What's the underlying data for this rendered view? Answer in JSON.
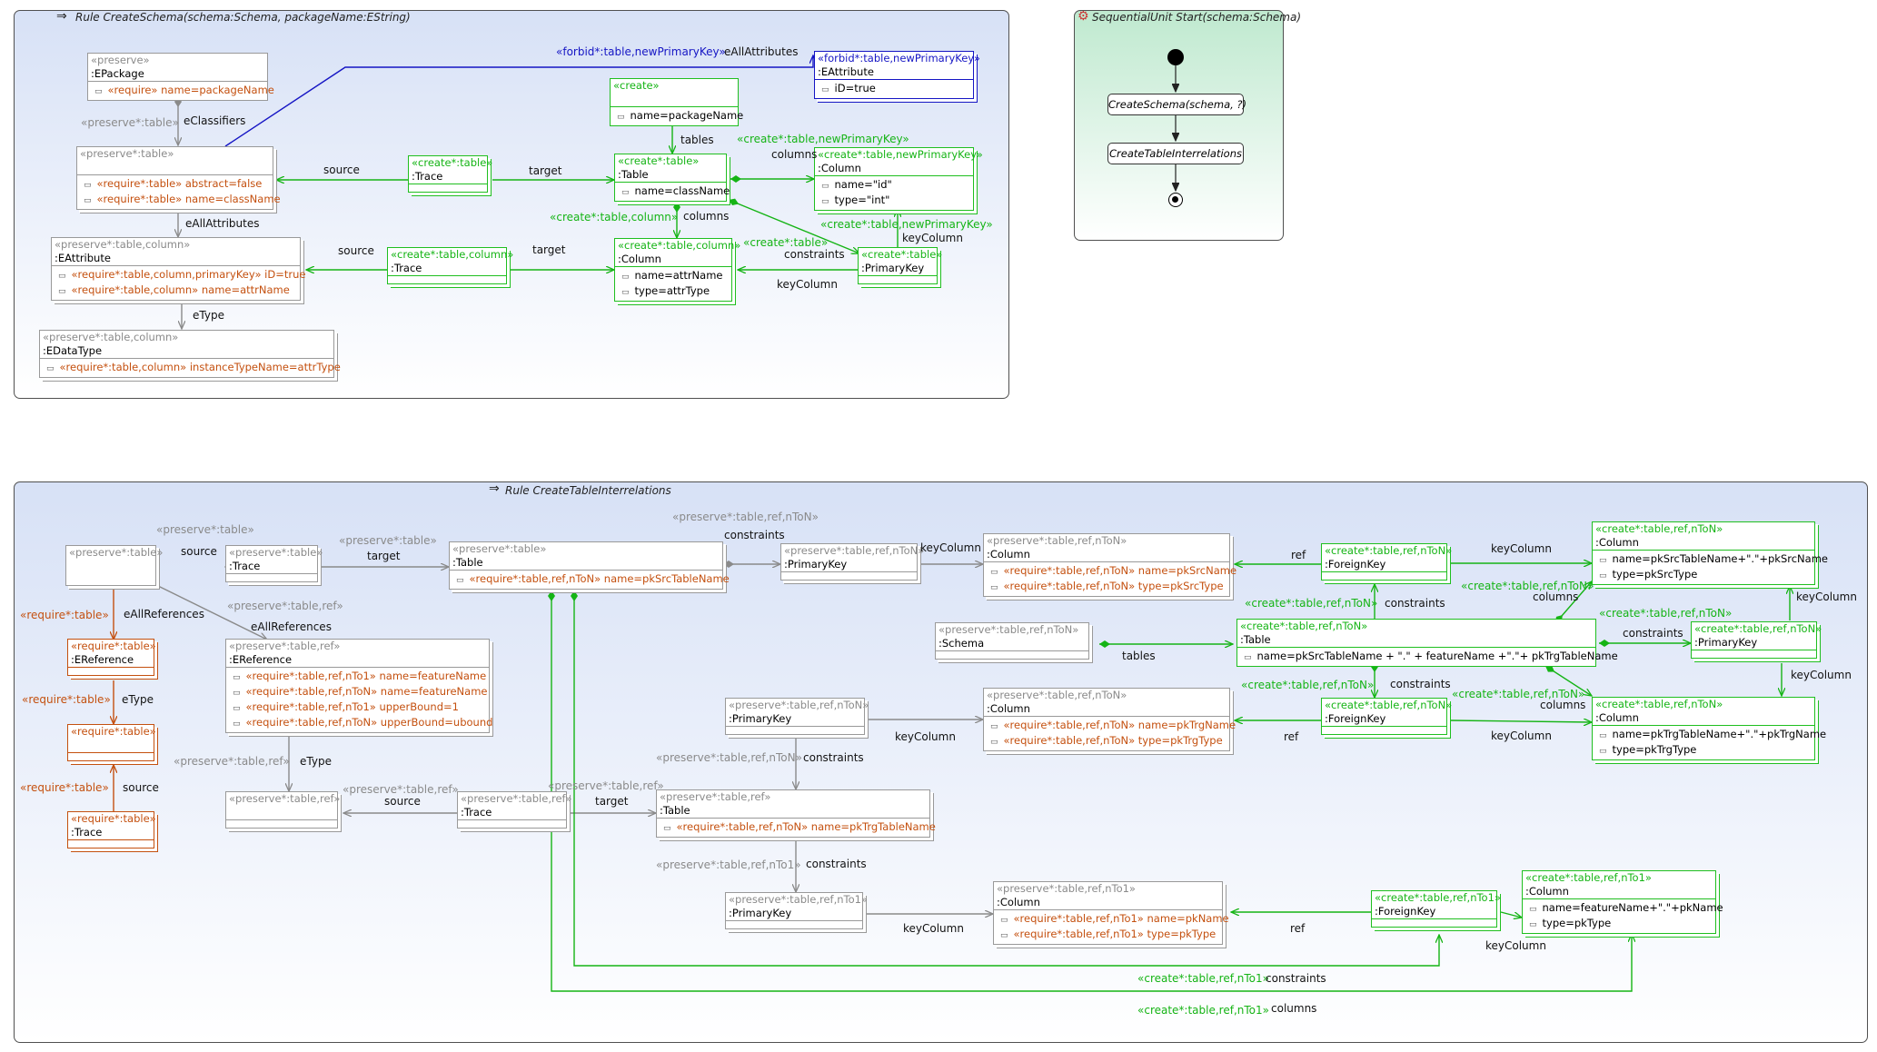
{
  "rule1": {
    "title": "Rule CreateSchema(schema:Schema, packageName:EString)"
  },
  "rule2": {
    "title": "Rule CreateTableInterrelations"
  },
  "su": {
    "title": "SequentialUnit Start(schema:Schema)",
    "act1": "CreateSchema(schema, ?)",
    "act2": "CreateTableInterrelations"
  },
  "icons": {
    "rule": "rule-arrow-icon",
    "su": "sequential-unit-icon"
  },
  "colors": {
    "preserve": "#8a8a8a",
    "create": "#15b415",
    "forbid": "#1515c4",
    "require": "#c4500f"
  },
  "r1": {
    "epackage": {
      "st": "«preserve»",
      "nm": ":EPackage",
      "at": [
        "«require» name=packageName"
      ]
    },
    "eclass": {
      "st": "«preserve*:table»",
      "nm": "",
      "at": [
        "«require*:table» abstract=false",
        "«require*:table» name=className"
      ]
    },
    "eattr": {
      "st": "«preserve*:table,column»",
      "nm": ":EAttribute",
      "at": [
        "«require*:table,column,primaryKey» iD=true",
        "«require*:table,column» name=attrName"
      ]
    },
    "edatatype": {
      "st": "«preserve*:table,column»",
      "nm": ":EDataType",
      "at": [
        "«require*:table,column» instanceTypeName=attrType"
      ]
    },
    "forbidattr": {
      "st": "«forbid*:table,newPrimaryKey»",
      "nm": ":EAttribute",
      "at": [
        "iD=true"
      ]
    },
    "createtop": {
      "st": "«create»",
      "nm": "",
      "at": [
        "name=packageName"
      ]
    },
    "trace1": {
      "st": "«create*:table»",
      "nm": ":Trace"
    },
    "table": {
      "st": "«create*:table»",
      "nm": ":Table",
      "at": [
        "name=className"
      ]
    },
    "colid": {
      "st": "«create*:table,newPrimaryKey»",
      "nm": ":Column",
      "at": [
        "name=\"id\"",
        "type=\"int\""
      ]
    },
    "trace2": {
      "st": "«create*:table,column»",
      "nm": ":Trace"
    },
    "column": {
      "st": "«create*:table,column»",
      "nm": ":Column",
      "at": [
        "name=attrName",
        "type=attrType"
      ]
    },
    "pk": {
      "st": "«create*:table»",
      "nm": ":PrimaryKey"
    },
    "labels": {
      "eAllAttributes1": "eAllAttributes",
      "forbidEdge": "«forbid*:table,newPrimaryKey»",
      "eClassifiers": "eClassifiers",
      "preserveTable": "«preserve*:table»",
      "tables": "tables",
      "source1": "source",
      "target1": "target",
      "columns": "columns",
      "newPk1": "«create*:table,newPrimaryKey»",
      "eAllAttributes2": "eAllAttributes",
      "createTableColumn": "«create*:table,column»",
      "columns2": "columns",
      "source2": "source",
      "target2": "target",
      "createTable": "«create*:table»",
      "constraints": "constraints",
      "newPk2": "«create*:table,newPrimaryKey»",
      "keyColumn1": "keyColumn",
      "keyColumn2": "keyColumn",
      "eType": "eType"
    }
  },
  "r2": {
    "n_root": {
      "st": "«preserve*:table»",
      "nm": ""
    },
    "n_trace": {
      "st": "«preserve*:table»",
      "nm": ":Trace"
    },
    "n_table": {
      "st": "«preserve*:table»",
      "nm": ":Table",
      "at": [
        "«require*:table,ref,nToN» name=pkSrcTableName"
      ]
    },
    "n_pk1": {
      "st": "«preserve*:table,ref,nToN»",
      "nm": ":PrimaryKey"
    },
    "n_col1": {
      "st": "«preserve*:table,ref,nToN»",
      "nm": ":Column",
      "at": [
        "«require*:table,ref,nToN» name=pkSrcName",
        "«require*:table,ref,nToN» type=pkSrcType"
      ]
    },
    "n_fk1": {
      "st": "«create*:table,ref,nToN»",
      "nm": ":ForeignKey"
    },
    "n_ccol1": {
      "st": "«create*:table,ref,nToN»",
      "nm": ":Column",
      "at": [
        "name=pkSrcTableName+\".\"+pkSrcName",
        "type=pkSrcType"
      ]
    },
    "n_schema": {
      "st": "«preserve*:table,ref,nToN»",
      "nm": ":Schema"
    },
    "n_ctable": {
      "st": "«create*:table,ref,nToN»",
      "nm": ":Table",
      "at": [
        "name=pkSrcTableName + \".\" + featureName +\".\"+ pkTrgTableName"
      ]
    },
    "n_cpk": {
      "st": "«create*:table,ref,nToN»",
      "nm": ":PrimaryKey"
    },
    "n_eref": {
      "st": "«preserve*:table,ref»",
      "nm": ":EReference",
      "at": [
        "«require*:table,ref,nTo1» name=featureName",
        "«require*:table,ref,nToN» name=featureName",
        "«require*:table,ref,nTo1» upperBound=1",
        "«require*:table,ref,nToN» upperBound=ubound"
      ]
    },
    "n_oref": {
      "st": "«require*:table»",
      "nm": ":EReference"
    },
    "n_o2": {
      "st": "«require*:table»",
      "nm": ""
    },
    "n_otrace": {
      "st": "«require*:table»",
      "nm": ":Trace"
    },
    "n_pk2": {
      "st": "«preserve*:table,ref,nToN»",
      "nm": ":PrimaryKey"
    },
    "n_col2": {
      "st": "«preserve*:table,ref,nToN»",
      "nm": ":Column",
      "at": [
        "«require*:table,ref,nToN» name=pkTrgName",
        "«require*:table,ref,nToN» type=pkTrgType"
      ]
    },
    "n_fk2": {
      "st": "«create*:table,ref,nToN»",
      "nm": ":ForeignKey"
    },
    "n_ccol2": {
      "st": "«create*:table,ref,nToN»",
      "nm": ":Column",
      "at": [
        "name=pkTrgTableName+\".\"+pkTrgName",
        "type=pkTrgType"
      ]
    },
    "n_ebox": {
      "st": "«preserve*:table,ref»",
      "nm": ""
    },
    "n_trace3": {
      "st": "«preserve*:table,ref»",
      "nm": ":Trace"
    },
    "n_table3": {
      "st": "«preserve*:table,ref»",
      "nm": ":Table",
      "at": [
        "«require*:table,ref,nToN» name=pkTrgTableName"
      ]
    },
    "n_pk3": {
      "st": "«preserve*:table,ref,nTo1»",
      "nm": ":PrimaryKey"
    },
    "n_col3": {
      "st": "«preserve*:table,ref,nTo1»",
      "nm": ":Column",
      "at": [
        "«require*:table,ref,nTo1» name=pkName",
        "«require*:table,ref,nTo1» type=pkType"
      ]
    },
    "n_fk3": {
      "st": "«create*:table,ref,nTo1»",
      "nm": ":ForeignKey"
    },
    "n_ccol3": {
      "st": "«create*:table,ref,nTo1»",
      "nm": ":Column",
      "at": [
        "name=featureName+\".\"+pkName",
        "type=pkType"
      ]
    },
    "labels": {
      "l01": "«preserve*:table»",
      "l02": "source",
      "l03": "«preserve*:table»",
      "l04": "target",
      "l05": "«preserve*:table,ref,nToN»",
      "l06": "constraints",
      "l07": "keyColumn",
      "l08": "ref",
      "l09": "keyColumn",
      "l10": "«require*:table»",
      "l11": "eAllReferences",
      "l12": "«preserve*:table,ref»",
      "l13": "eAllReferences",
      "l14": "«create*:table,ref,nToN»",
      "l15": "constraints",
      "l16": "«create*:table,ref,nToN»",
      "l17": "columns",
      "l18": "«create*:table,ref,nToN»",
      "l19": "keyColumn",
      "l20": "tables",
      "l21": "constraints",
      "l22": "«require*:table»",
      "l23": "eType",
      "l24": "«create*:table,ref,nToN»",
      "l25": "constraints",
      "l26": "«create*:table,ref,nToN»",
      "l27": "columns",
      "l28": "keyColumn",
      "l29": "keyColumn",
      "l30": "ref",
      "l31": "keyColumn",
      "l32": "«preserve*:table,ref,nToN»",
      "l33": "constraints",
      "l34": "«preserve*:table,ref»",
      "l35": "eType",
      "l36": "«require*:table»",
      "l37": "source",
      "l38": "«preserve*:table,ref»",
      "l39": "source",
      "l40": "«preserve*:table,ref»",
      "l41": "target",
      "l42": "«preserve*:table,ref,nTo1»",
      "l43": "constraints",
      "l44": "keyColumn",
      "l45": "ref",
      "l46": "keyColumn",
      "l47": "«create*:table,ref,nTo1»",
      "l48": "constraints",
      "l49": "«create*:table,ref,nTo1»",
      "l50": "columns"
    }
  }
}
